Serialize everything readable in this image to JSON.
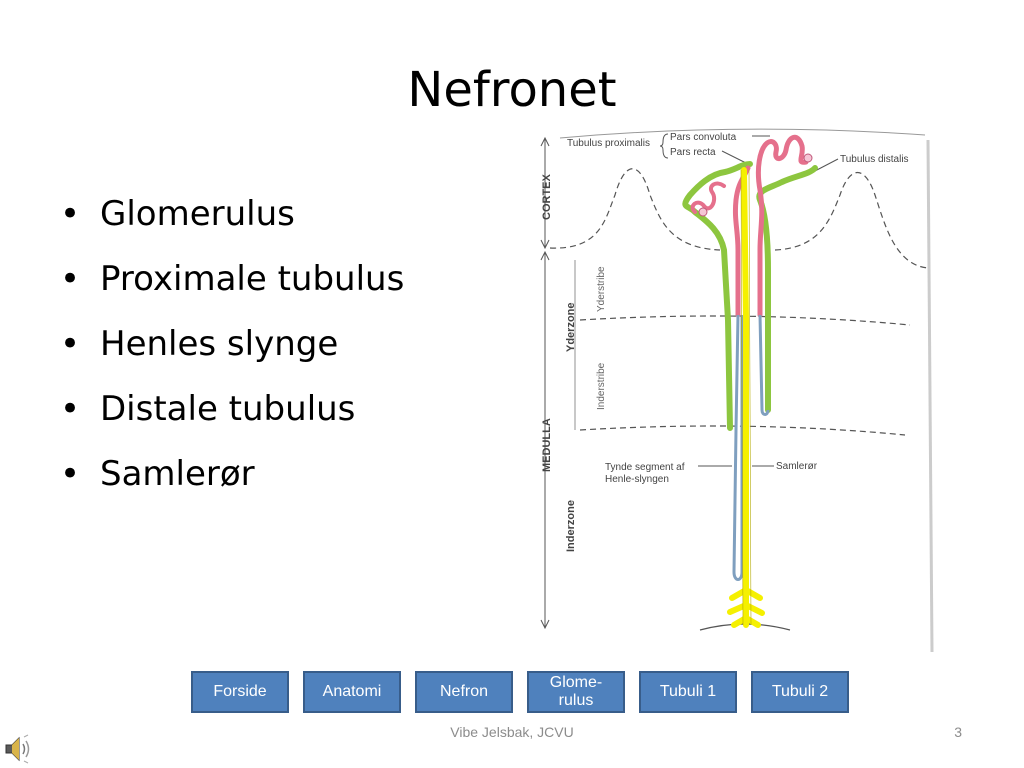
{
  "slide": {
    "title": "Nefronet",
    "bullets": [
      "Glomerulus",
      "Proximale tubulus",
      "Henles slynge",
      "Distale tubulus",
      "Samlerør"
    ]
  },
  "diagram": {
    "labels": {
      "tubulus_proximalis": "Tubulus proximalis",
      "pars_convoluta": "Pars convoluta",
      "pars_recta": "Pars recta",
      "tubulus_distalis": "Tubulus distalis",
      "cortex": "CORTEX",
      "medulla": "MEDULLA",
      "yderzone": "Yderzone",
      "inderzone": "Inderzone",
      "yderstribe": "Yderstribe",
      "inderstribe": "Inderstribe",
      "tynde_segment_1": "Tynde segment af",
      "tynde_segment_2": "Henle-slyngen",
      "samleror": "Samlerør"
    },
    "colors": {
      "proximal": "#e5708c",
      "distal": "#8dc63f",
      "thin": "#7f9fbf",
      "collecting": "#f5f000"
    }
  },
  "nav": {
    "buttons": [
      {
        "label": "Forside"
      },
      {
        "label": "Anatomi"
      },
      {
        "label": "Nefron"
      },
      {
        "label_line1": "Glome-",
        "label_line2": "rulus"
      },
      {
        "label": "Tubuli 1"
      },
      {
        "label": "Tubuli 2"
      }
    ],
    "color": "#4f81bd"
  },
  "footer": {
    "author": "Vibe Jelsbak, JCVU",
    "page_number": "3"
  },
  "icons": {
    "sound": "speaker-icon"
  }
}
